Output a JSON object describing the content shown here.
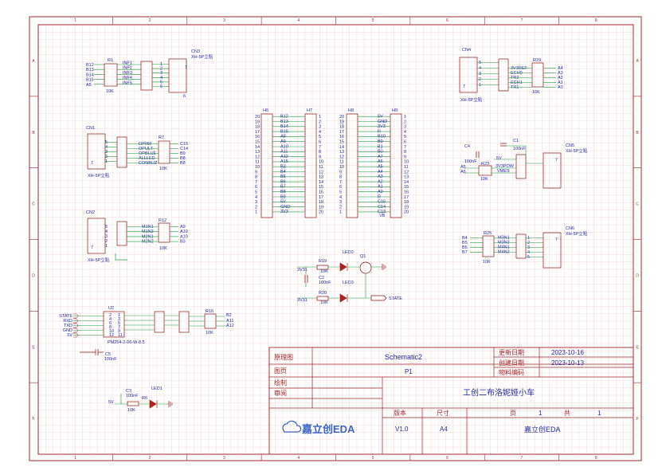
{
  "sheet": {
    "col_labels": [
      "1",
      "2",
      "3",
      "4",
      "5",
      "6",
      "7",
      "8"
    ],
    "row_labels": [
      "A",
      "B",
      "C",
      "D",
      "E",
      "F"
    ],
    "colors": {
      "border": "#a0252a",
      "grid": "#f2c9c9",
      "wire": "#1f9a3a",
      "pin": "#8a1414",
      "text_blue": "#2427a8",
      "comp": "#8a1414"
    }
  },
  "title_block": {
    "schematic_label": "原理图",
    "schematic_value": "Schematic2",
    "page_label": "图页",
    "page_value": "P1",
    "drawn_label": "绘制",
    "review_label": "审阅",
    "update_date_label": "更新日期",
    "update_date_value": "2023-10-16",
    "create_date_label": "创建日期",
    "create_date_value": "2023-10-13",
    "material_label": "物料编码",
    "project_title": "工创二布洛妮娅小车",
    "version_label": "版本",
    "size_label": "尺寸",
    "page_no_label": "页",
    "page_no_value": "1",
    "total_label": "共",
    "total_value": "1",
    "version_value": "V1.0",
    "size_value": "A4",
    "company": "嘉立创EDA",
    "logo_text": "嘉立创EDA"
  },
  "components": {
    "cn3": {
      "ref": "CN3",
      "type": "XH-5P立贴",
      "nets": [
        "B12",
        "B13",
        "B14",
        "B15",
        "A5"
      ],
      "res_ref": "R1",
      "res_val": "10K",
      "sig": [
        "INF1",
        "INF2",
        "INF3",
        "INF4",
        "INF5"
      ],
      "pins": [
        "1",
        "2",
        "3",
        "4",
        "5"
      ],
      "hdr_pins": [
        "1",
        "2",
        "3",
        "4",
        "5",
        "6"
      ],
      "side_pin": "7",
      "tail_pin": "6"
    },
    "cn1": {
      "ref": "CN1",
      "type": "XH-5P立贴",
      "pins": [
        "5",
        "4",
        "3",
        "2",
        "1"
      ],
      "res_ref": "R7",
      "res_val": "10K",
      "sig": [
        "OPINF",
        "OPULT",
        "OPBLUE",
        "ALLLED",
        "CONBUZ"
      ],
      "nets": [
        "C15",
        "C14",
        "B9",
        "B8",
        "B8"
      ],
      "side_pin": "7"
    },
    "cn2": {
      "ref": "CN2",
      "type": "XH-5P立贴",
      "pins": [
        "5",
        "4",
        "3",
        "2",
        "1"
      ],
      "res_ref": "R12",
      "res_val": "10K",
      "sig": [
        "M1N1",
        "M1N2",
        "M2N1",
        "M2N2"
      ],
      "nets": [
        "A9",
        "A10",
        "A10",
        "B3"
      ],
      "side_pin": "7"
    },
    "h6": {
      "ref": "H6",
      "pins": [
        "20",
        "19",
        "18",
        "17",
        "16",
        "15",
        "14",
        "13",
        "12",
        "11",
        "10",
        "9",
        "8",
        "7",
        "6",
        "5",
        "4",
        "3",
        "2",
        "1"
      ]
    },
    "h7": {
      "ref": "H7",
      "pins": [
        "1",
        "2",
        "3",
        "4",
        "5",
        "6",
        "7",
        "8",
        "9",
        "10",
        "11",
        "12",
        "13",
        "14",
        "15",
        "16",
        "17",
        "18",
        "19",
        "20"
      ],
      "nets": [
        "B12",
        "B13",
        "B14",
        "B15",
        "A8",
        "A9",
        "A10",
        "A11",
        "A12",
        "A15",
        "B3",
        "B4",
        "B5",
        "B6",
        "B7",
        "B8",
        "B9",
        "5V",
        "GND",
        "3V3"
      ]
    },
    "h8": {
      "ref": "H8",
      "pins": [
        "20",
        "19",
        "18",
        "17",
        "16",
        "15",
        "14",
        "13",
        "12",
        "11",
        "10",
        "9",
        "8",
        "7",
        "6",
        "5",
        "4",
        "3",
        "2",
        "1"
      ]
    },
    "h9": {
      "ref": "H9",
      "pins": [
        "1",
        "2",
        "3",
        "4",
        "5",
        "6",
        "7",
        "8",
        "9",
        "10",
        "11",
        "12",
        "13",
        "14",
        "15",
        "16",
        "17",
        "18",
        "19",
        "20"
      ],
      "nets": [
        "5V",
        "GND",
        "3V3",
        "R",
        "B10",
        "B0",
        "B1",
        "B0",
        "A7",
        "A6",
        "A5",
        "A4",
        "A3",
        "A2",
        "A1",
        "A0",
        "R",
        "C15",
        "C14",
        "C13"
      ],
      "bottom": "VB"
    },
    "cn4": {
      "ref": "CN4",
      "type": "XH-5P立贴",
      "pins": [
        "5",
        "4",
        "3",
        "2",
        "1"
      ],
      "res_ref": "R29",
      "res_val": "10K",
      "sig": [
        "3V3REF",
        "ECH0",
        "TR2",
        "ECH1",
        "TR1"
      ],
      "nets": [
        "A4",
        "A3",
        "A2",
        "A1",
        "A0"
      ],
      "side_pin": "7"
    },
    "cn5": {
      "ref": "CN5",
      "type": "XH-5P立贴",
      "pins": [
        "1",
        "2",
        "3",
        "4",
        "5"
      ],
      "res_ref": "R23",
      "res_val": "10K",
      "sig": [
        "5V",
        "3V3POW",
        "VMES"
      ],
      "nets": [
        "A5",
        "A6"
      ],
      "cap1": "C1",
      "cap1_val": "100nF",
      "cap4": "C4",
      "cap4_val": "100nF",
      "side_pin": "7"
    },
    "cn6": {
      "ref": "CN6",
      "type": "XH-5P立贴",
      "pins": [
        "1",
        "2",
        "3",
        "4",
        "5"
      ],
      "res_ref": "R25",
      "res_val": "10K",
      "sig": [
        "M3N1",
        "M3N2",
        "M4N1",
        "M4N2"
      ],
      "nets": [
        "B4",
        "B5",
        "B6",
        "B7"
      ],
      "side_pin": "7"
    },
    "led_block": {
      "led2": "LED2",
      "led3": "LED3",
      "q1": "Q1",
      "r19": "R19",
      "r19_val": "10K",
      "r20": "R20",
      "r20_val": "10K",
      "c2": "C2",
      "c2_val": "100nF",
      "net1": "3V31",
      "net2": "3V31",
      "state": "STATE"
    },
    "u2": {
      "ref": "U2",
      "part": "PM254-2-06-W-8.5",
      "sig": [
        "STATE",
        "RXD",
        "TXD",
        "GND",
        "5V"
      ],
      "pins_l": [
        "2",
        "4",
        "6",
        "8",
        "10",
        "12"
      ],
      "pins_r": [
        "1",
        "3",
        "5",
        "7",
        "9",
        "11"
      ],
      "res_ref": "R16",
      "res_val": "10K",
      "nets": [
        "B2",
        "A11",
        "A12"
      ],
      "c5": "C5",
      "c5_val": "100nF"
    },
    "pwr": {
      "net": "5V",
      "c3": "C3",
      "c3_val": "100nF",
      "r": "R6",
      "r_val": "10K",
      "led1": "LED1"
    }
  }
}
